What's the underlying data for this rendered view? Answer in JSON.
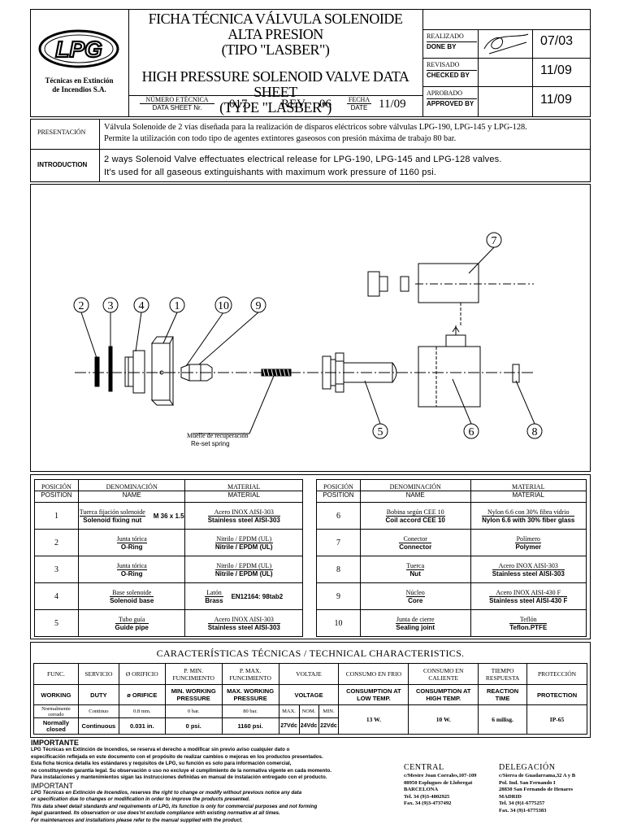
{
  "header": {
    "company": {
      "logo_text": "LPG",
      "name_line1": "Técnicas en Extinción",
      "name_line2": "de Incendios S.A."
    },
    "title_es_line1": "FICHA TÉCNICA VÁLVULA SOLENOIDE ALTA PRESION",
    "title_es_line2": "(TIPO \"LASBER\")",
    "title_en_line1": "HIGH PRESSURE SOLENOID VALVE DATA SHEET",
    "title_en_line2": "(TYPE \"LASBER\")",
    "sheet_label_es": "NÚMERO F.TÉCNICA",
    "sheet_label_en": "DATA SHEET Nr.",
    "sheet_number": "017",
    "rev_label": "REV.",
    "rev_value": "06",
    "date_label_es": "FECHA",
    "date_label_en": "DATE",
    "date_value": "11/09",
    "approvals": [
      {
        "label_es": "REALIZADO",
        "label_en": "DONE BY",
        "date": "07/03"
      },
      {
        "label_es": "REVISADO",
        "label_en": "CHECKED BY",
        "date": "11/09"
      },
      {
        "label_es": "APROBADO",
        "label_en": "APPROVED BY",
        "date": "11/09"
      }
    ]
  },
  "presentation": {
    "label": "PRESENTACIÓN",
    "line1": "Válvula Solenoide de 2 vías diseñada para la realización de disparos eléctricos sobre válvulas LPG-190, LPG-145 y LPG-128.",
    "line2": "Permite la utilización con todo tipo de agentes extintores gaseosos con presión máxima de trabajo 80 bar."
  },
  "introduction": {
    "label": "INTRODUCTION",
    "line1": "2 ways Solenoid Valve effectuates electrical release for LPG-190, LPG-145 and LPG-128 valves.",
    "line2": "It's used for all gaseous extinguishants with maximum work pressure of 1160 psi."
  },
  "drawing": {
    "callouts": [
      "2",
      "3",
      "4",
      "1",
      "10",
      "9",
      "7",
      "5",
      "6",
      "8"
    ],
    "spring_label_es": "Muelle de recuperación",
    "spring_label_en": "Re-set spring"
  },
  "parts_headers": {
    "pos_es": "POSICIÓN",
    "pos_en": "POSITION",
    "name_es": "DENOMINACIÓN",
    "name_en": "NAME",
    "mat_es": "MATERIAL",
    "mat_en": "MATERIAL"
  },
  "parts_left": [
    {
      "pos": "1",
      "name_es": "Tuerca fijación solenoide",
      "name_en": "Solenoid fixing nut",
      "name_extra": "M 36 x 1.5",
      "mat_es": "Acero INOX AISI-303",
      "mat_en": "Stainless steel AISI-303",
      "mat_extra": ""
    },
    {
      "pos": "2",
      "name_es": "Junta tórica",
      "name_en": "O-Ring",
      "name_extra": "",
      "mat_es": "Nitrilo / EPDM (UL)",
      "mat_en": "Nitrile / EPDM (UL)",
      "mat_extra": ""
    },
    {
      "pos": "3",
      "name_es": "Junta tórica",
      "name_en": "O-Ring",
      "name_extra": "",
      "mat_es": "Nitrilo / EPDM (UL)",
      "mat_en": "Nitrile / EPDM (UL)",
      "mat_extra": ""
    },
    {
      "pos": "4",
      "name_es": "Base solenoide",
      "name_en": "Solenoid base",
      "name_extra": "",
      "mat_es": "Latón",
      "mat_en": "Brass",
      "mat_extra": "EN12164: 98tab2"
    },
    {
      "pos": "5",
      "name_es": "Tubo guía",
      "name_en": "Guide pipe",
      "name_extra": "",
      "mat_es": "Acero INOX AISI-303",
      "mat_en": "Stainless steel AISI-303",
      "mat_extra": ""
    }
  ],
  "parts_right": [
    {
      "pos": "6",
      "name_es": "Bobina según CEE 10",
      "name_en": "Coil accord CEE 10",
      "name_extra": "",
      "mat_es": "Nylon 6.6 con 30% fibra vidrio",
      "mat_en": "Nylon 6.6 with 30% fiber glass",
      "mat_extra": ""
    },
    {
      "pos": "7",
      "name_es": "Conector",
      "name_en": "Connector",
      "name_extra": "",
      "mat_es": "Polímero",
      "mat_en": "Polymer",
      "mat_extra": ""
    },
    {
      "pos": "8",
      "name_es": "Tuerca",
      "name_en": "Nut",
      "name_extra": "",
      "mat_es": "Acero INOX AISI-303",
      "mat_en": "Stainless steel AISI-303",
      "mat_extra": ""
    },
    {
      "pos": "9",
      "name_es": "Núcleo",
      "name_en": "Core",
      "name_extra": "",
      "mat_es": "Acero INOX AISI-430 F",
      "mat_en": "Stainless steel AISI-430 F",
      "mat_extra": ""
    },
    {
      "pos": "10",
      "name_es": "Junta de cierre",
      "name_en": "Sealing joint",
      "name_extra": "",
      "mat_es": "Teflón",
      "mat_en": "Teflon.PTFE",
      "mat_extra": ""
    }
  ],
  "tech": {
    "title": "CARACTERÍSTICAS TÉCNICAS / TECHNICAL CHARACTERISTICS.",
    "h_es": [
      "FUNC.",
      "SERVICIO",
      "Ø ORIFICIO",
      "P. MIN. FUNCIMIENTO",
      "P. MAX. FUNCIMIENTO",
      "VOLTAJE",
      "CONSUMO EN FRIO",
      "CONSUMO EN CALIENTE",
      "TIEMPO RESPUESTA",
      "PROTECCIÓN"
    ],
    "h_en": [
      "WORKING",
      "DUTY",
      "ø ORIFICE",
      "MIN. WORKING PRESSURE",
      "MAX. WORKING PRESSURE",
      "VOLTAGE",
      "CONSUMPTION AT LOW TEMP.",
      "CONSUMPTION AT HIGH TEMP.",
      "REACTION TIME",
      "PROTECTION"
    ],
    "volt_sub": [
      "MAX.",
      "NOM.",
      "MIN."
    ],
    "r_es": [
      "Normalmente cerrado",
      "Continuo",
      "0.8 mm.",
      "0 bar.",
      "80 bar."
    ],
    "r_en": [
      "Normally closed",
      "Continuous",
      "0.031 in.",
      "0 psi.",
      "1160 psi."
    ],
    "volts": [
      "27Vdc",
      "24Vdc",
      "22Vdc"
    ],
    "r_single": [
      "13 W.",
      "10 W.",
      "6 milisg.",
      "IP-65"
    ]
  },
  "footer": {
    "important_es_title": "IMPORTANTE",
    "important_es": [
      "LPG Técnicas en Extinción de Incendios, se reserva el derecho a modificar sin previo aviso cualquier dato o",
      "especificación reflejada en este documento con el propósito de realizar cambios o mejoras en los productos presentados.",
      "Esta ficha técnica detalla los estándares y requisitos de LPG, su función es solo para información comercial,",
      "no constituyendo garantía legal. Su observación o uso no excluye el cumplimiento de la normativa vigente en cada momento.",
      "Para instalaciones y mantenimientos sigan las instrucciones definidas en manual de instalación entregado con el producto."
    ],
    "important_en_title": "IMPORTANT",
    "important_en": [
      "LPG Técnicas en Extinción de Incendios, reserves the right to change or modify without previous notice any data",
      "or specification due to changes or modification in order to improve the products presented.",
      "This data sheet detail standards and requirements of LPG, its function is only for commercial purposes and not forming",
      "legal guaranteed. Its observation or use does'nt exclude compliance with existing normative at all times.",
      "For maintenances and installations please refer to the manual supplied with the product."
    ],
    "central_title": "CENTRAL",
    "central": [
      "c/Mestre Joan Corrales,107-109",
      "08950 Esplugues de Llobregat",
      "BARCELONA",
      "Tel. 34 (9)3-4802925",
      "Fax. 34 (9)3-4737492"
    ],
    "delegation_title": "DELEGACIÓN",
    "delegation": [
      "c/Sierra de Guadarrama,32 A y B",
      "Pol. Ind. San Fernando I",
      "28830 San Fernando de Henares",
      "MADRID",
      "Tel. 34 (9)1-6775257",
      "Fax. 34 (9)1-6775383"
    ]
  }
}
